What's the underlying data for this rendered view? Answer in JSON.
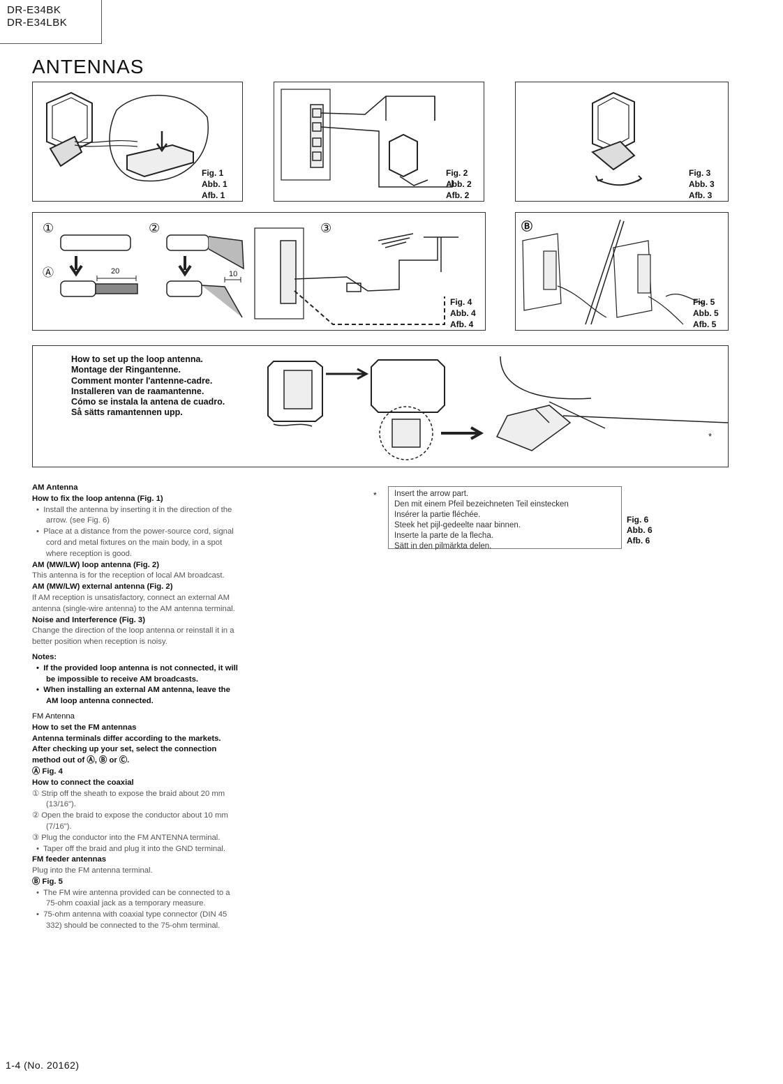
{
  "header": {
    "model_lines": [
      "DR-E34BK",
      "DR-E34LBK"
    ]
  },
  "page_title": "ANTENNAS",
  "figures": {
    "fig1": [
      "Fig. 1",
      "Abb. 1",
      "Afb. 1"
    ],
    "fig2": [
      "Fig. 2",
      "Abb. 2",
      "Afb. 2"
    ],
    "fig3": [
      "Fig. 3",
      "Abb. 3",
      "Afb. 3"
    ],
    "fig4": [
      "Fig. 4",
      "Abb. 4",
      "Afb. 4"
    ],
    "fig5": [
      "Fig. 5",
      "Abb. 5",
      "Afb. 5"
    ],
    "fig6": [
      "Fig. 6",
      "Abb. 6",
      "Afb. 6"
    ]
  },
  "fig4_marks": {
    "step1": "①",
    "step2": "②",
    "step3": "③",
    "marker_a": "Ⓐ",
    "dim_20": "20",
    "dim_10": "10"
  },
  "fig5_marks": {
    "marker_b": "Ⓑ"
  },
  "loop_setup": {
    "lines": [
      "How to set up the loop antenna.",
      "Montage der Ringantenne.",
      "Comment monter l'antenne-cadre.",
      "Installeren van de raamantenne.",
      "Cómo se instala la antena de cuadro.",
      "Så sätts ramantennen upp."
    ],
    "asterisk": "*"
  },
  "fig6_note": {
    "asterisk": "*",
    "lines": [
      "Insert the arrow part.",
      "Den mit einem Pfeil bezeichneten Teil einstecken",
      "Insérer la partie fléchée.",
      "Steek het pijl-gedeelte naar binnen.",
      "Inserte la parte de la flecha.",
      "Sätt in den pilmärkta delen."
    ]
  },
  "text": {
    "am_heading": "AM Antenna",
    "am_fix_heading": "How to fix the loop antenna (Fig. 1)",
    "am_fix_b1": "Install the antenna by inserting it in the direction of the arrow. (see Fig. 6)",
    "am_fix_b2": "Place at a distance from the power-source cord, signal cord and metal fixtures on the main body, in a spot where reception is good.",
    "am_loop_heading": "AM (MW/LW) loop antenna (Fig. 2)",
    "am_loop_text": "This antenna is for the reception of local AM broadcast.",
    "am_ext_heading": "AM (MW/LW) external antenna (Fig. 2)",
    "am_ext_text": "If AM reception is unsatisfactory, connect an external AM antenna (single-wire antenna) to the AM antenna terminal.",
    "noise_heading": "Noise and Interference (Fig. 3)",
    "noise_text": "Change the direction of the loop antenna or reinstall it in a better position when reception is noisy.",
    "notes_heading": "Notes:",
    "note1": "If the provided loop antenna is not connected, it will be impossible to receive AM broadcasts.",
    "note2": "When installing an external AM antenna, leave the AM loop antenna connected.",
    "fm_heading": "FM Antenna",
    "fm_set_heading": "How to set the FM antennas",
    "fm_terminals": "Antenna terminals differ according to the markets.",
    "fm_select": "After checking up your set, select the connection method out of Ⓐ, Ⓑ or Ⓒ.",
    "fm_a_fig": "Ⓐ Fig. 4",
    "coax_heading": "How to connect the coaxial",
    "coax1": "① Strip off the sheath to expose the braid about 20 mm (13/16\").",
    "coax2": "② Open the braid to expose the conductor about 10 mm (7/16\").",
    "coax3": "③ Plug the conductor into the FM ANTENNA terminal.",
    "coax_b": "Taper off the braid and plug it into the GND terminal.",
    "feeder_heading": "FM feeder antennas",
    "feeder_text": "Plug into the FM antenna terminal.",
    "fm_b_fig": "Ⓑ Fig. 5",
    "fm_b1": "The FM wire antenna provided can be connected to a 75-ohm coaxial jack as a temporary measure.",
    "fm_b2": "75-ohm antenna with coaxial type connector (DIN 45 332) should be connected to the 75-ohm terminal."
  },
  "footer": "1-4 (No. 20162)"
}
